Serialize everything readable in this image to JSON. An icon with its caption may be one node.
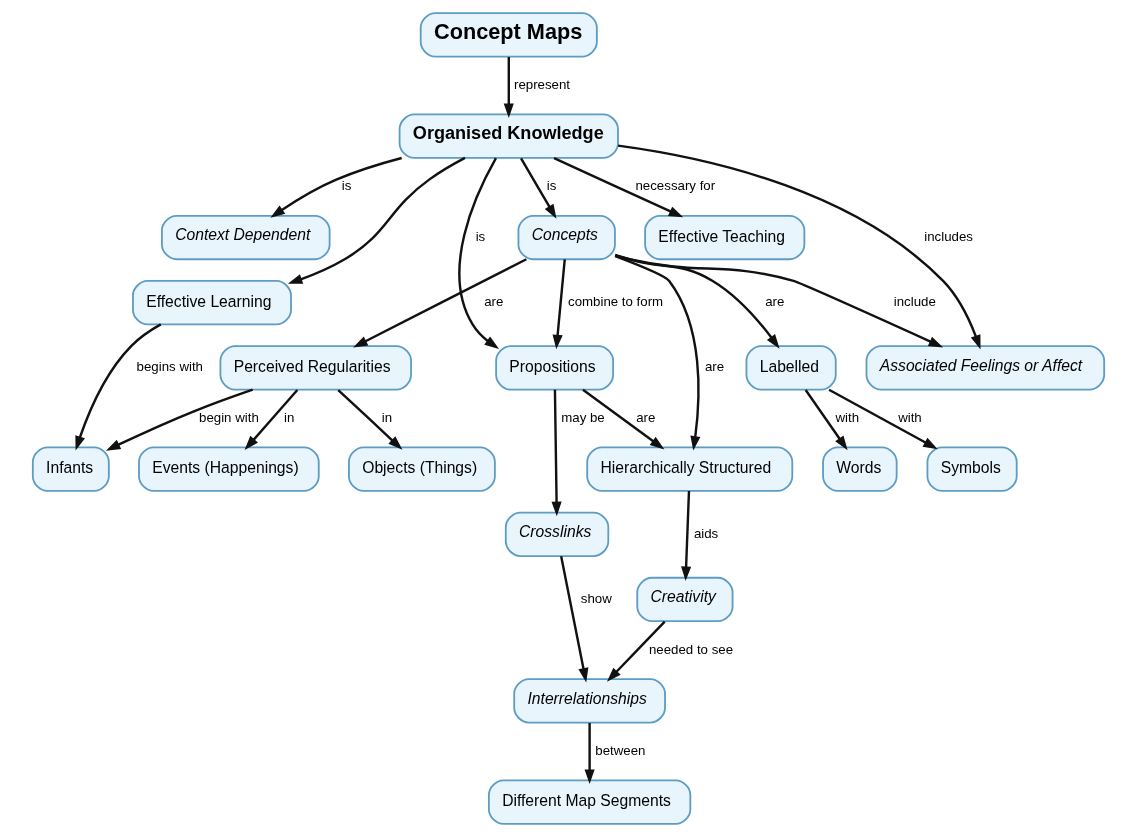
{
  "diagram": {
    "nodes": [
      {
        "text": [
          "Concept Maps"
        ]
      },
      {
        "text": [
          "Organised Knowledge"
        ]
      },
      {
        "text": [
          "Context Dependent"
        ]
      },
      {
        "text": [
          "Concepts"
        ]
      },
      {
        "text": [
          "Propositions"
        ]
      },
      {
        "text": [
          "Associated Feelings or Affect"
        ]
      },
      {
        "text": [
          "Perceived Regularities"
        ]
      },
      {
        "text": [
          "Labelled"
        ]
      },
      {
        "text": [
          "Hierarchically Structured"
        ]
      },
      {
        "text": [
          "Crosslinks"
        ]
      },
      {
        "text": [
          "Effective Teaching"
        ]
      },
      {
        "text": [
          "Effective Learning"
        ]
      },
      {
        "text": [
          "Symbols"
        ]
      },
      {
        "text": [
          "Words"
        ]
      },
      {
        "text": [
          "Objects (Things)"
        ]
      },
      {
        "text": [
          "Events (Happenings)"
        ]
      },
      {
        "text": [
          "Creativity"
        ]
      },
      {
        "text": [
          "Interrelationships"
        ]
      },
      {
        "text": [
          "Infants"
        ]
      },
      {
        "text": [
          "Different Map Segments"
        ]
      }
    ],
    "edges": [
      {
        "from": 0,
        "to": 1,
        "arrow": "to",
        "label": "represent"
      },
      {
        "from": 1,
        "to": 2,
        "arrow": "to",
        "label": "is"
      },
      {
        "from": 1,
        "to": 3,
        "arrow": "to",
        "label": "is"
      },
      {
        "from": 1,
        "to": 4,
        "arrow": "to",
        "label": "is"
      },
      {
        "from": 1,
        "to": 5,
        "arrow": "to",
        "label": "includes"
      },
      {
        "from": 1,
        "to": 10,
        "arrow": "to",
        "label": "necessary for"
      },
      {
        "from": 1,
        "to": 11,
        "arrow": "to"
      },
      {
        "from": 3,
        "to": 4,
        "arrow": "to",
        "label": "combine to form"
      },
      {
        "from": 3,
        "to": 5,
        "arrow": "to",
        "label": "include"
      },
      {
        "from": 3,
        "to": 6,
        "arrow": "to",
        "label": "are"
      },
      {
        "from": 3,
        "to": 7,
        "arrow": "to",
        "label": "are"
      },
      {
        "from": 3,
        "to": 8,
        "arrow": "to",
        "label": "are"
      },
      {
        "from": 4,
        "to": 8,
        "arrow": "to",
        "label": "are"
      },
      {
        "from": 4,
        "to": 9,
        "arrow": "to",
        "label": "may be"
      },
      {
        "from": 7,
        "to": 12,
        "arrow": "to",
        "label": "with"
      },
      {
        "from": 7,
        "to": 13,
        "arrow": "to",
        "label": "with"
      },
      {
        "from": 6,
        "to": 14,
        "arrow": "to",
        "label": "in"
      },
      {
        "from": 6,
        "to": 15,
        "arrow": "to",
        "label": "in"
      },
      {
        "from": 6,
        "to": 18,
        "arrow": "to",
        "label": "begin with"
      },
      {
        "from": 8,
        "to": 16,
        "arrow": "to",
        "label": "aids"
      },
      {
        "from": 9,
        "to": 17,
        "arrow": "to",
        "label": "show"
      },
      {
        "from": 11,
        "to": 18,
        "arrow": "to",
        "label": "begins with"
      },
      {
        "from": 16,
        "to": 17,
        "arrow": "to",
        "label": "needed to see"
      },
      {
        "from": 17,
        "to": 19,
        "arrow": "to",
        "label": "between"
      }
    ]
  }
}
